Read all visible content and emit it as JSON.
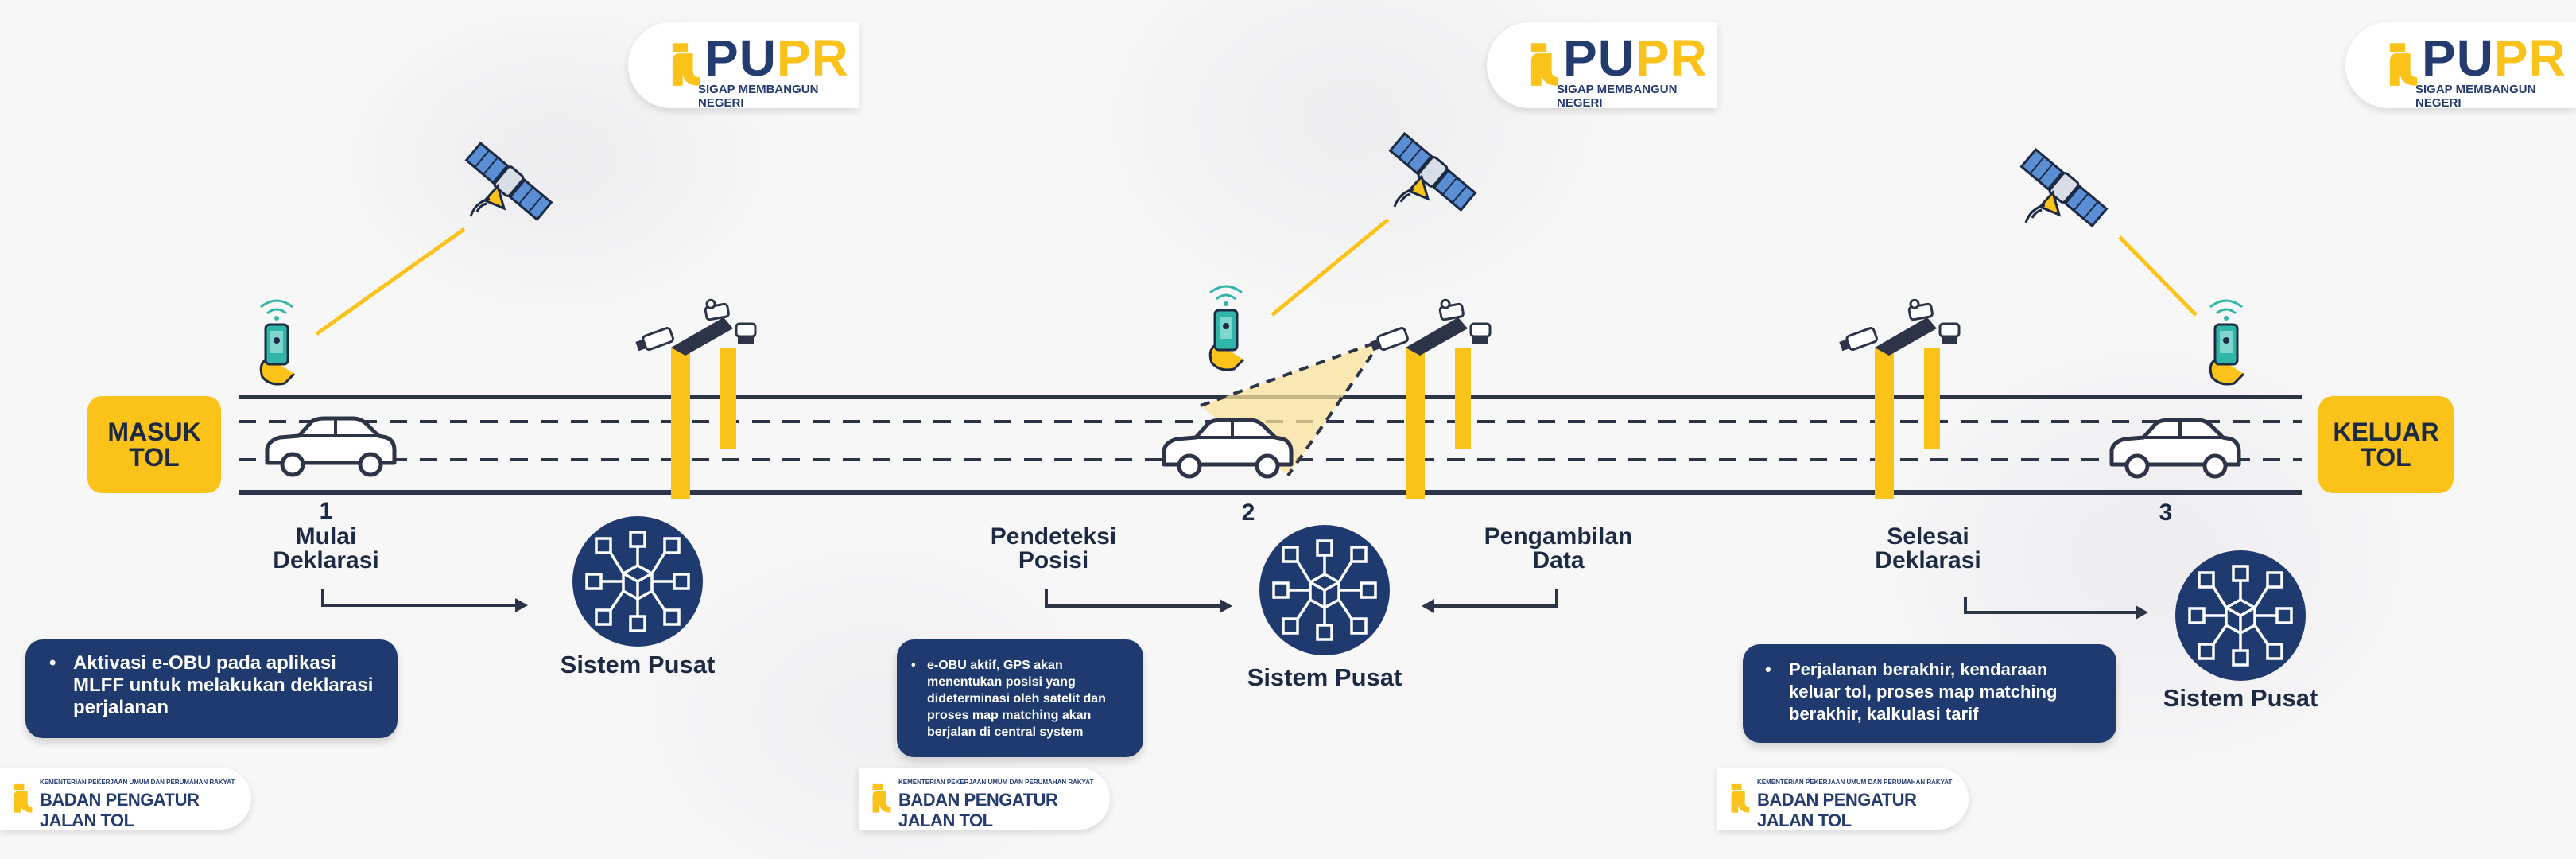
{
  "colors": {
    "navy": "#1e3a6e",
    "dark": "#1d2a44",
    "yellow": "#fbc21a",
    "road": "#2e3447"
  },
  "logo": {
    "brand": "PUPR",
    "brand_left": "PU",
    "brand_right": "PR",
    "tagline": "SIGAP MEMBANGUN NEGERI"
  },
  "footer_logo": {
    "line1": "KEMENTERIAN PEKERJAAN UMUM DAN PERUMAHAN RAKYAT",
    "line2": "BADAN PENGATUR JALAN TOL"
  },
  "panels": [
    {
      "step_number": "1",
      "step_label": "Mulai\nDeklarasi",
      "center_label": "Sistem Pusat",
      "info": "Aktivasi e-OBU pada aplikasi MLFF untuk melakukan deklarasi perjalanan"
    },
    {
      "step_number": "2",
      "left_label": "Pendeteksi\nPosisi",
      "right_label": "Pengambilan\nData",
      "center_label": "Sistem Pusat",
      "info": "e-OBU aktif, GPS akan menentukan posisi yang dideterminasi oleh satelit dan proses map matching akan berjalan di central system"
    },
    {
      "step_number": "3",
      "step_label": "Selesai\nDeklarasi",
      "center_label": "Sistem Pusat",
      "info": "Perjalanan berakhir, kendaraan keluar tol, proses map matching berakhir, kalkulasi tarif"
    }
  ],
  "entry_badge": "MASUK\nTOL",
  "exit_badge": "KELUAR\nTOL",
  "icons": [
    "satellite-icon",
    "smartphone-icon",
    "cctv-camera-icon",
    "car-icon",
    "central-system-network-icon",
    "arrow-right-icon",
    "arrow-left-icon",
    "pupr-logo-icon"
  ]
}
